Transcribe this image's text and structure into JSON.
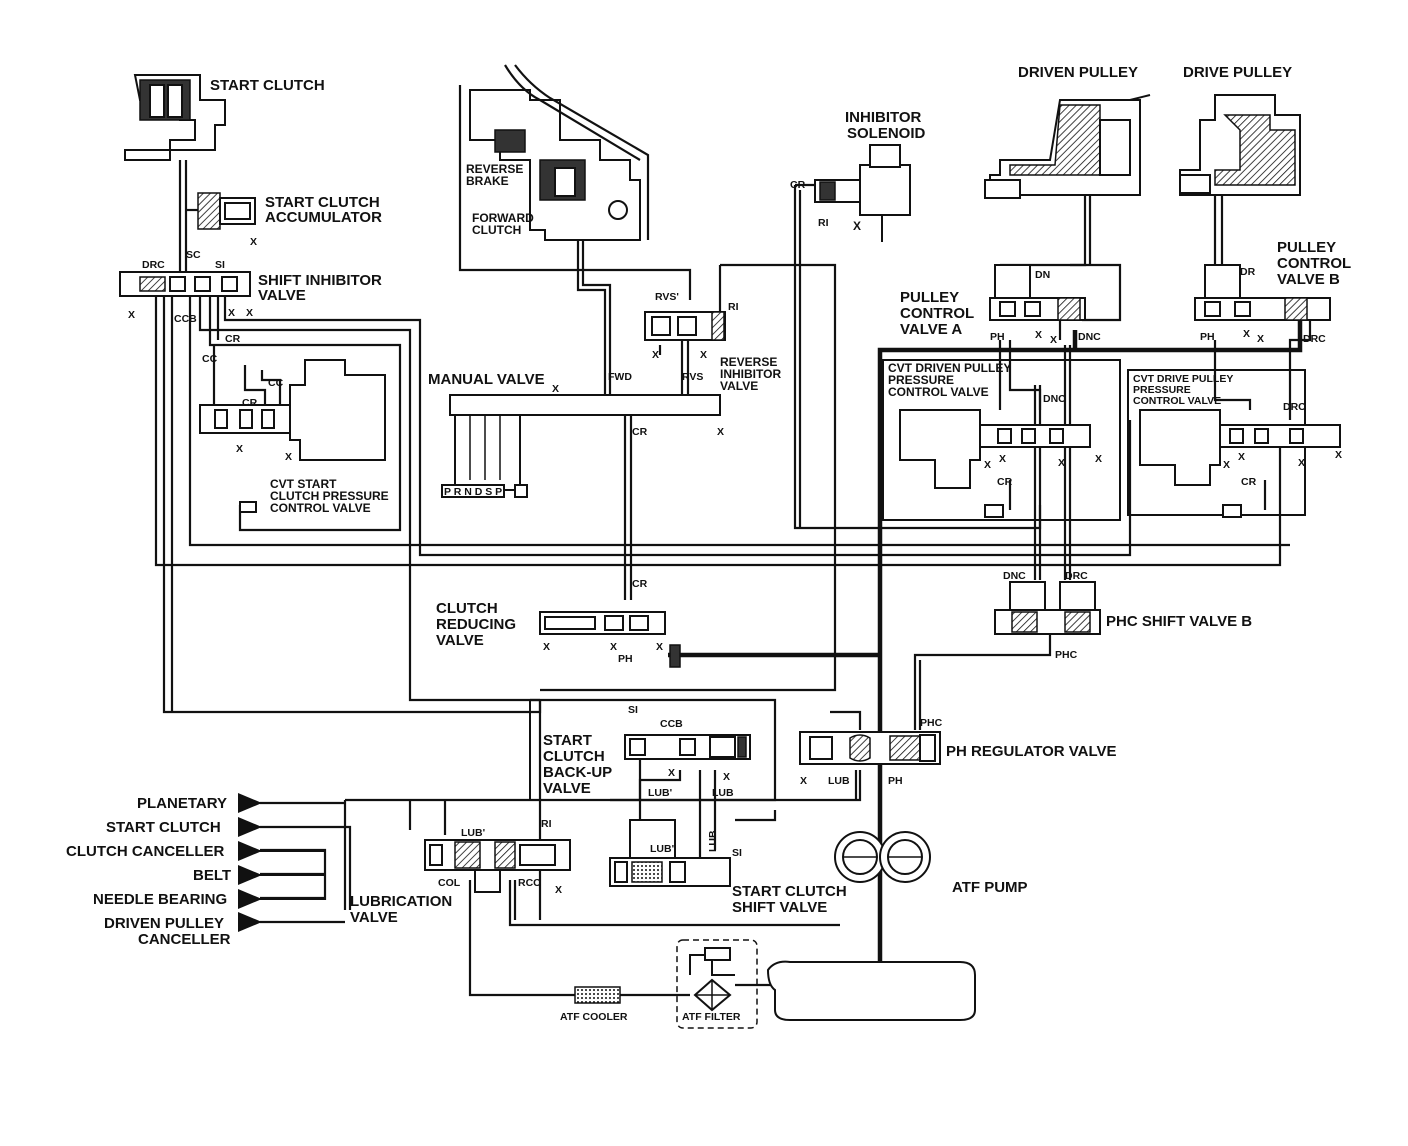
{
  "labels": {
    "start_clutch": "START CLUTCH",
    "start_clutch_accumulator_1": "START CLUTCH",
    "start_clutch_accumulator_2": "ACCUMULATOR",
    "shift_inhibitor_1": "SHIFT INHIBITOR",
    "shift_inhibitor_2": "VALVE",
    "reverse_brake_1": "REVERSE",
    "reverse_brake_2": "BRAKE",
    "forward_clutch_1": "FORWARD",
    "forward_clutch_2": "CLUTCH",
    "inhibitor_solenoid_1": "INHIBITOR",
    "inhibitor_solenoid_2": "SOLENOID",
    "driven_pulley": "DRIVEN PULLEY",
    "drive_pulley": "DRIVE PULLEY",
    "pulley_control_b_1": "PULLEY",
    "pulley_control_b_2": "CONTROL",
    "pulley_control_b_3": "VALVE B",
    "pulley_control_a_1": "PULLEY",
    "pulley_control_a_2": "CONTROL",
    "pulley_control_a_3": "VALVE A",
    "reverse_inhibitor_1": "REVERSE",
    "reverse_inhibitor_2": "INHIBITOR",
    "reverse_inhibitor_3": "VALVE",
    "manual_valve": "MANUAL VALVE",
    "cvt_driven_1": "CVT DRIVEN PULLEY",
    "cvt_driven_2": "PRESSURE",
    "cvt_driven_3": "CONTROL VALVE",
    "cvt_drive_1": "CVT DRIVE PULLEY",
    "cvt_drive_2": "PRESSURE",
    "cvt_drive_3": "CONTROL VALVE",
    "cvt_start_1": "CVT START",
    "cvt_start_2": "CLUTCH PRESSURE",
    "cvt_start_3": "CONTROL VALVE",
    "clutch_reducing_1": "CLUTCH",
    "clutch_reducing_2": "REDUCING",
    "clutch_reducing_3": "VALVE",
    "phc_shift_b": "PHC SHIFT VALVE B",
    "backup_1": "START",
    "backup_2": "CLUTCH",
    "backup_3": "BACK-UP",
    "backup_4": "VALVE",
    "ph_regulator": "PH REGULATOR VALVE",
    "planetary": "PLANETARY",
    "start_clutch_out": "START CLUTCH",
    "clutch_canceller": "CLUTCH CANCELLER",
    "belt": "BELT",
    "needle_bearing": "NEEDLE BEARING",
    "driven_pulley_canceller_1": "DRIVEN PULLEY",
    "driven_pulley_canceller_2": "CANCELLER",
    "lubrication_1": "LUBRICATION",
    "lubrication_2": "VALVE",
    "start_clutch_shift_1": "START CLUTCH",
    "start_clutch_shift_2": "SHIFT VALVE",
    "atf_pump": "ATF PUMP",
    "atf_cooler": "ATF COOLER",
    "atf_filter": "ATF FILTER"
  },
  "ports": {
    "drc": "DRC",
    "sc": "SC",
    "si": "SI",
    "x": "X",
    "ccb": "CCB",
    "cr": "CR",
    "cc": "CC",
    "rvs_p": "RVS'",
    "ri": "RI",
    "fwd": "FWD",
    "rvs": "RVS",
    "dn": "DN",
    "dr": "DR",
    "ph": "PH",
    "dnc": "DNC",
    "phc": "PHC",
    "lub": "LUB",
    "lub_p": "LUB'",
    "col": "COL",
    "rcc": "RCC"
  },
  "manual_valve_positions": "P R N D S  P"
}
